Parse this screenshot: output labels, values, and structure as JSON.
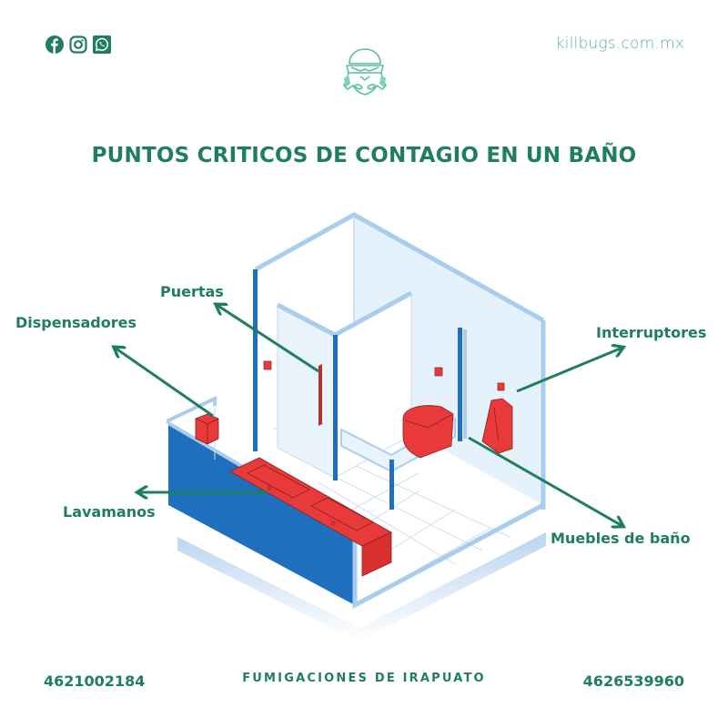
{
  "header": {
    "social_icons": [
      "facebook-icon",
      "instagram-icon",
      "whatsapp-icon"
    ],
    "website": "killbugs.com.mx",
    "logo": "stormtrooper-helmet-logo"
  },
  "title": "PUNTOS CRITICOS DE CONTAGIO EN UN BAÑO",
  "labels": {
    "puertas": "Puertas",
    "dispensadores": "Dispensadores",
    "interruptores": "Interruptores",
    "lavamanos": "Lavamanos",
    "muebles": "Muebles de baño"
  },
  "footer": {
    "phone_left": "4621002184",
    "brand": "FUMIGACIONES DE IRAPUATO",
    "phone_right": "4626539960"
  },
  "colors": {
    "brand_green": "#1f7f5c",
    "website_green": "#6aa896",
    "wall_blue": "#1e6fbd",
    "wall_light": "#a9cdee",
    "fixture_red": "#e83a3a"
  }
}
